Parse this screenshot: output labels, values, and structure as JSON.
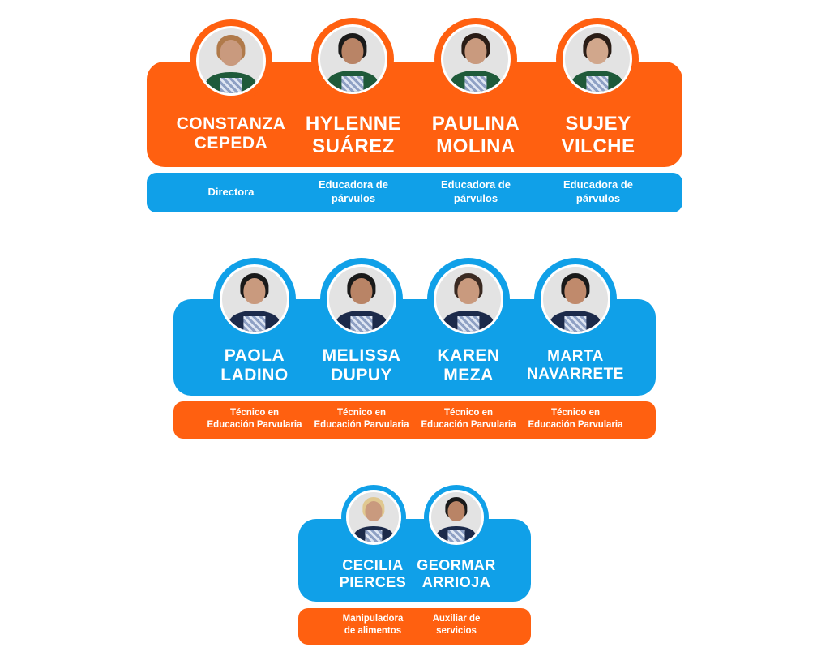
{
  "groups": [
    {
      "color": "#ff6010",
      "role_color": "#10a0e8",
      "members": [
        {
          "name": "CONSTANZA\nCEPEDA",
          "role": "Directora",
          "photo": "woman-portrait-icon"
        },
        {
          "name": "HYLENNE\nSUÁREZ",
          "role": "Educadora de\npárvulos",
          "photo": "woman-portrait-icon"
        },
        {
          "name": "PAULINA\nMOLINA",
          "role": "Educadora de\npárvulos",
          "photo": "woman-portrait-icon"
        },
        {
          "name": "SUJEY\nVILCHE",
          "role": "Educadora de\npárvulos",
          "photo": "woman-portrait-icon"
        }
      ]
    },
    {
      "color": "#10a0e8",
      "role_color": "#ff6010",
      "members": [
        {
          "name": "PAOLA\nLADINO",
          "role": "Técnico en\nEducación Parvularia",
          "photo": "woman-portrait-icon"
        },
        {
          "name": "MELISSA\nDUPUY",
          "role": "Técnico en\nEducación Parvularia",
          "photo": "woman-portrait-icon"
        },
        {
          "name": "KAREN\nMEZA",
          "role": "Técnico en\nEducación Parvularia",
          "photo": "woman-portrait-icon"
        },
        {
          "name": "MARTA\nNAVARRETE",
          "role": "Técnico en\nEducación Parvularia",
          "photo": "woman-portrait-icon"
        }
      ]
    },
    {
      "color": "#10a0e8",
      "role_color": "#ff6010",
      "members": [
        {
          "name": "CECILIA\nPIERCES",
          "role": "Manipuladora\nde alimentos",
          "photo": "woman-portrait-icon"
        },
        {
          "name": "GEORMAR\nARRIOJA",
          "role": "Auxiliar de\nservicios",
          "photo": "woman-portrait-icon"
        }
      ]
    }
  ]
}
